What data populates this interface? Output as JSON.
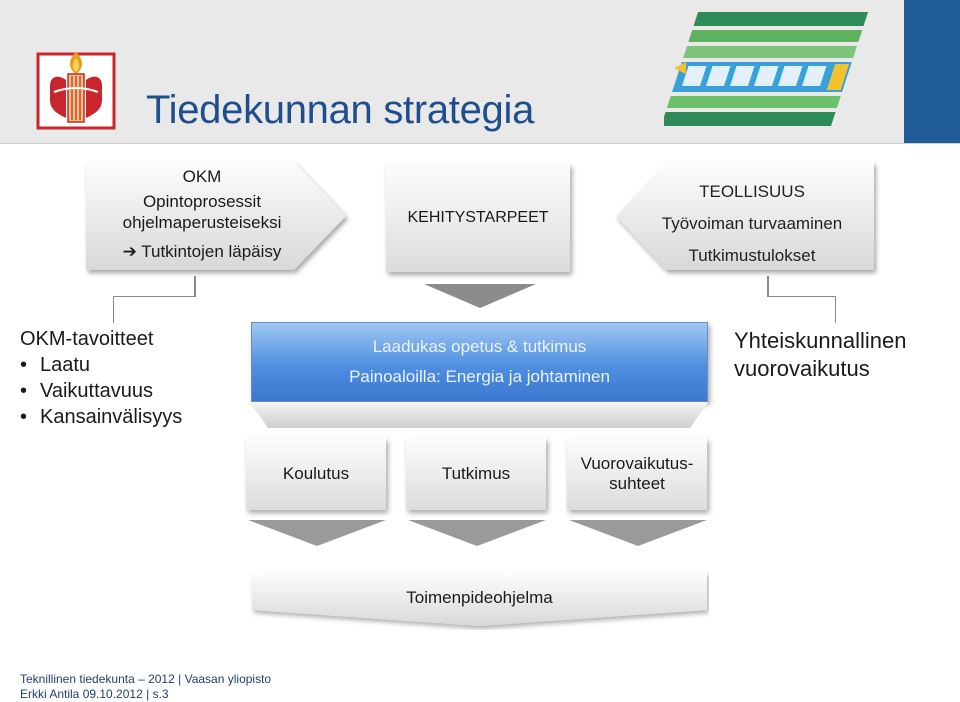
{
  "slide": {
    "title": "Tiedekunnan strategia"
  },
  "top": {
    "okm": {
      "title": "OKM",
      "line1": "Opintoprosessit",
      "line2": "ohjelmaperusteiseksi",
      "arrow_glyph": "➔",
      "line3": "Tutkintojen läpäisy"
    },
    "needs": {
      "label": "KEHITYSTARPEET"
    },
    "industry": {
      "title": "TEOLLISUUS",
      "line1": "Työvoiman turvaaminen",
      "line2": "Tutkimustulokset"
    }
  },
  "goals": {
    "heading": "OKM-tavoitteet",
    "items": [
      "Laatu",
      "Vaikuttavuus",
      "Kansainvälisyys"
    ]
  },
  "center": {
    "line1": "Laadukas opetus & tutkimus",
    "line2": "Painoaloilla: Energia ja johtaminen"
  },
  "interaction": {
    "line1": "Yhteiskunnallinen",
    "line2": "vuorovaikutus"
  },
  "pillars": [
    {
      "label": "Koulutus"
    },
    {
      "label": "Tutkimus"
    },
    {
      "label_line1": "Vuorovaikutus-",
      "label_line2": "suhteet"
    }
  ],
  "program": {
    "label": "Toimenpideohjelma"
  },
  "footer": {
    "org1": "Teknillinen tiedekunta – 2012",
    "sep": "|",
    "org2": "Vaasan yliopisto",
    "author_date": "Erkki Antila 09.10.2012",
    "page": "s.3"
  },
  "colors": {
    "title_blue": "#1f4e8c",
    "accent_blue": "#1f5c99",
    "center_box_blue": "#4f8fe0",
    "logo_red": "#c8262c"
  },
  "icons": {
    "logo": "university-torch-logo",
    "strategy_graphic": "strategy-management-diagram"
  }
}
